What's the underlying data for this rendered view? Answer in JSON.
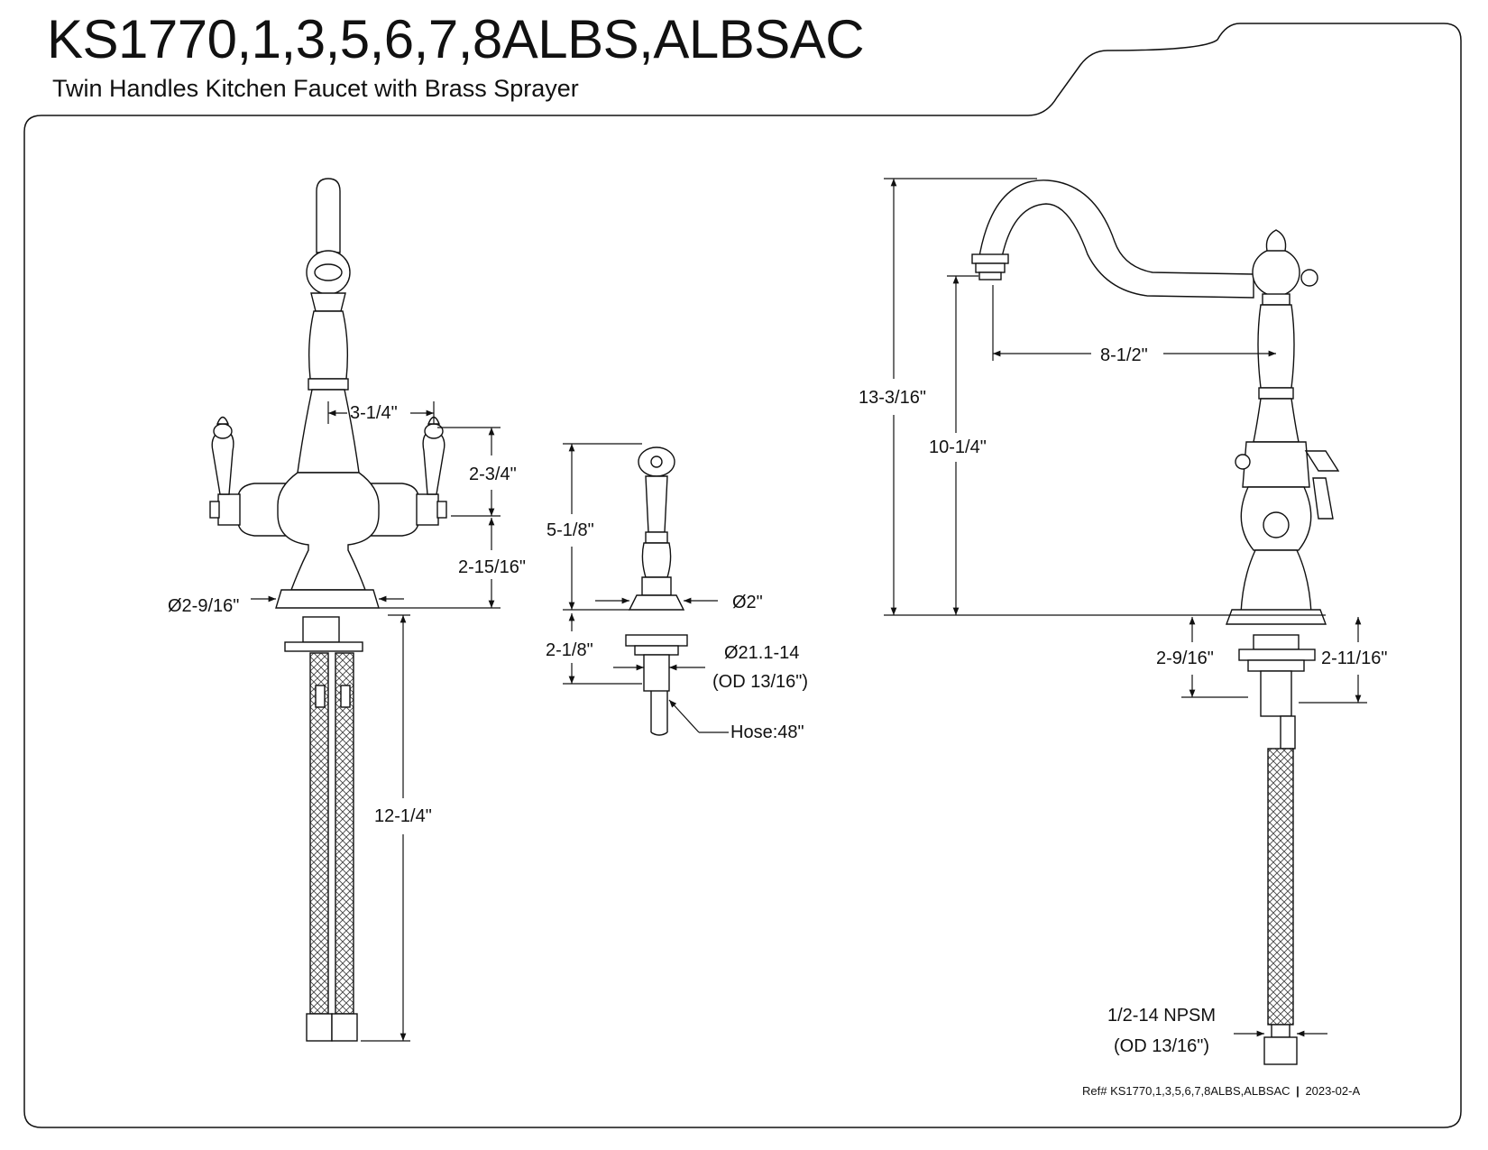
{
  "header": {
    "model": "KS1770,1,3,5,6,7,8ALBS,ALBSAC",
    "subtitle": "Twin Handles Kitchen Faucet with Brass Sprayer"
  },
  "footer": {
    "ref": "Ref# KS1770,1,3,5,6,7,8ALBS,ALBSAC",
    "separator": "|",
    "revision": "2023-02-A"
  },
  "front_view": {
    "spread": "3-1/4\"",
    "handle_height": "2-3/4\"",
    "body_height": "2-15/16\"",
    "base_diameter": "Ø2-9/16\"",
    "supply_length": "12-1/4\""
  },
  "sprayer_view": {
    "height": "5-1/8\"",
    "base_diameter": "Ø2\"",
    "shank_length": "2-1/8\"",
    "thread": "Ø21.1-14",
    "thread_od": "(OD 13/16\")",
    "hose": "Hose:48\""
  },
  "side_view": {
    "overall_height": "13-3/16\"",
    "spout_clearance": "10-1/4\"",
    "spout_reach": "8-1/2\"",
    "shank_left": "2-9/16\"",
    "shank_right": "2-11/16\"",
    "connection": "1/2-14 NPSM",
    "connection_od": "(OD 13/16\")"
  }
}
